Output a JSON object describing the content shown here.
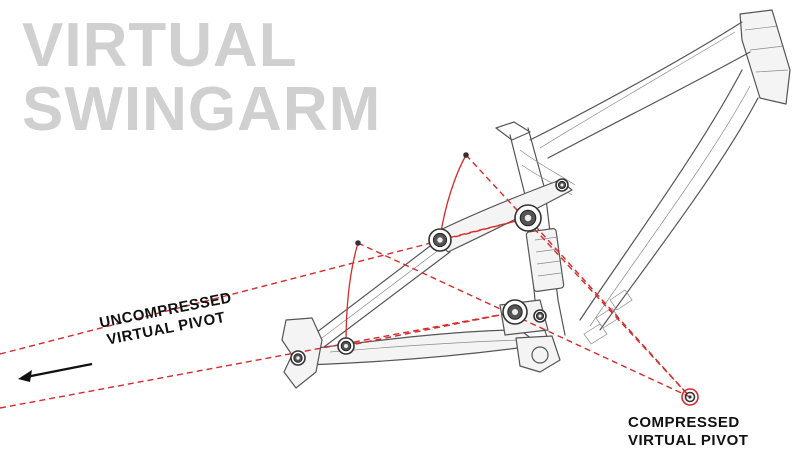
{
  "title_lines": [
    "VIRTUAL",
    "SWINGARM"
  ],
  "uncompressed_label": [
    "UNCOMPRESSED",
    "VIRTUAL PIVOT"
  ],
  "compressed_label": [
    "COMPRESSED",
    "VIRTUAL PIVOT"
  ],
  "colors": {
    "title": "#d0d0d0",
    "accent": "#d62b2b",
    "frame": "#555555",
    "label": "#111111"
  },
  "icons": [
    "left-arrow-icon",
    "pivot-target-icon"
  ]
}
